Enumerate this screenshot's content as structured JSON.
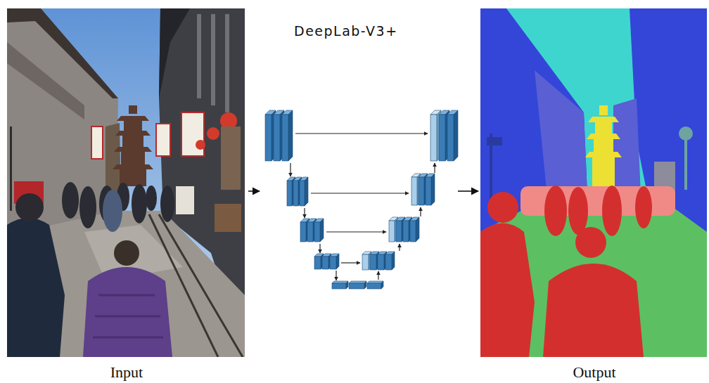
{
  "diagram": {
    "nodes": [
      {
        "text": [
          "Input"
        ]
      },
      {
        "text": [
          "DeepLab-V3+"
        ]
      },
      {
        "text": [
          "Output"
        ]
      }
    ],
    "edges": [
      {
        "from": 0,
        "to": 1,
        "arrow": "to"
      },
      {
        "from": 1,
        "to": 2,
        "arrow": "to"
      }
    ]
  }
}
